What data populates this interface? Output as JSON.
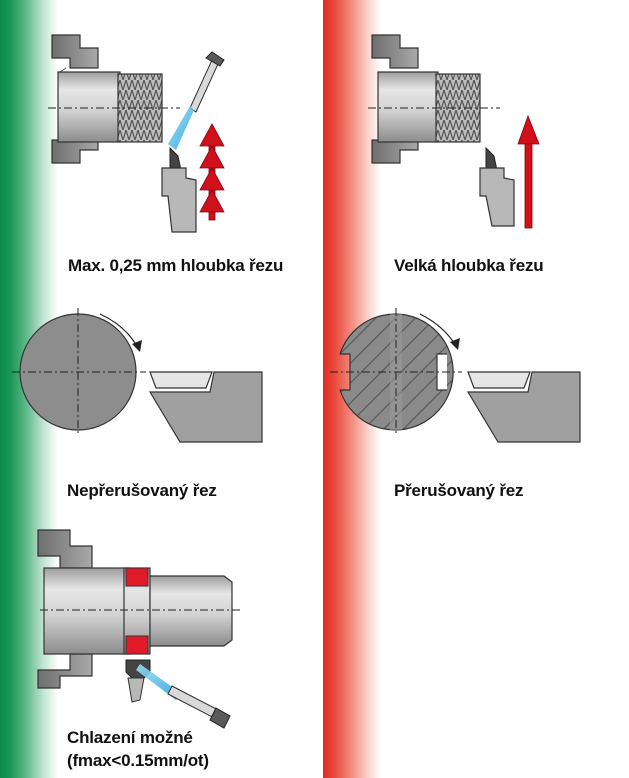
{
  "captions": {
    "top_left": "Max. 0,25 mm hloubka řezu",
    "top_right": "Velká hloubka řezu",
    "mid_left": "Nepřerušovaný řez",
    "mid_right": "Přerušovaný řez",
    "bottom_left_line1": "Chlazení možné",
    "bottom_left_line2": "(fmax<0.15mm/ot)"
  },
  "colors": {
    "good_band": "#1a9655",
    "bad_band": "#e22a22",
    "arrow_red": "#d0101a",
    "coolant_blue": "#3fb6e8",
    "metal_gray": "#cfcfcf",
    "dark_gray": "#8a8a8a"
  },
  "icons": [
    "lathe-chuck-icon",
    "workpiece-icon",
    "cutting-tool-icon",
    "coolant-nozzle-icon",
    "feed-arrow-icon",
    "rotation-arrow-icon"
  ]
}
